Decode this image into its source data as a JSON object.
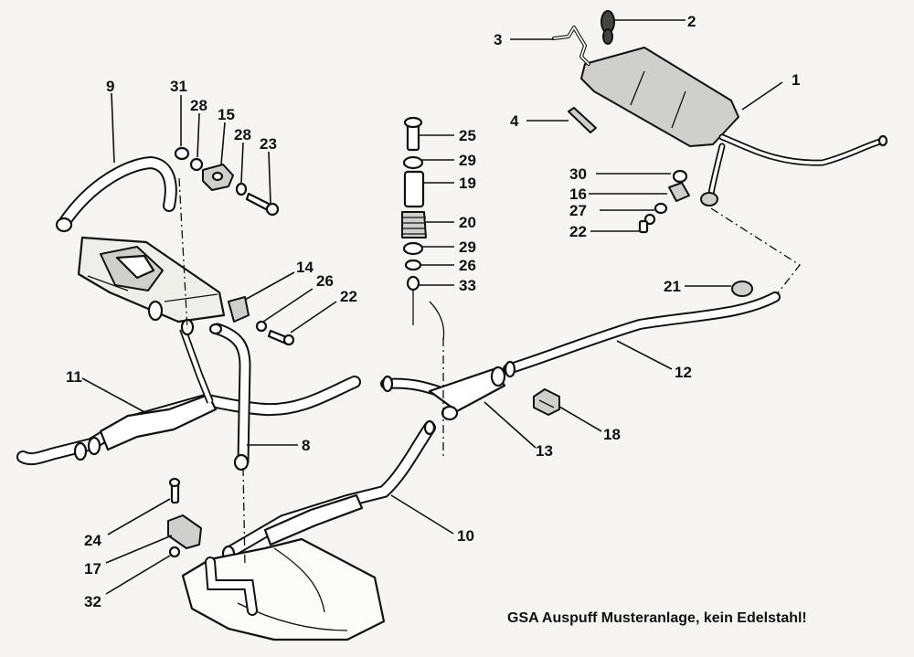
{
  "caption": "GSA Auspuff Musteranlage, kein Edelstahl!",
  "callouts": [
    "1",
    "2",
    "3",
    "4",
    "30",
    "16",
    "27",
    "22",
    "21",
    "12",
    "18",
    "13",
    "10",
    "25",
    "29",
    "19",
    "20",
    "29",
    "26",
    "33",
    "14",
    "26",
    "22",
    "9",
    "31",
    "28",
    "15",
    "28",
    "23",
    "11",
    "8",
    "24",
    "17",
    "32"
  ]
}
